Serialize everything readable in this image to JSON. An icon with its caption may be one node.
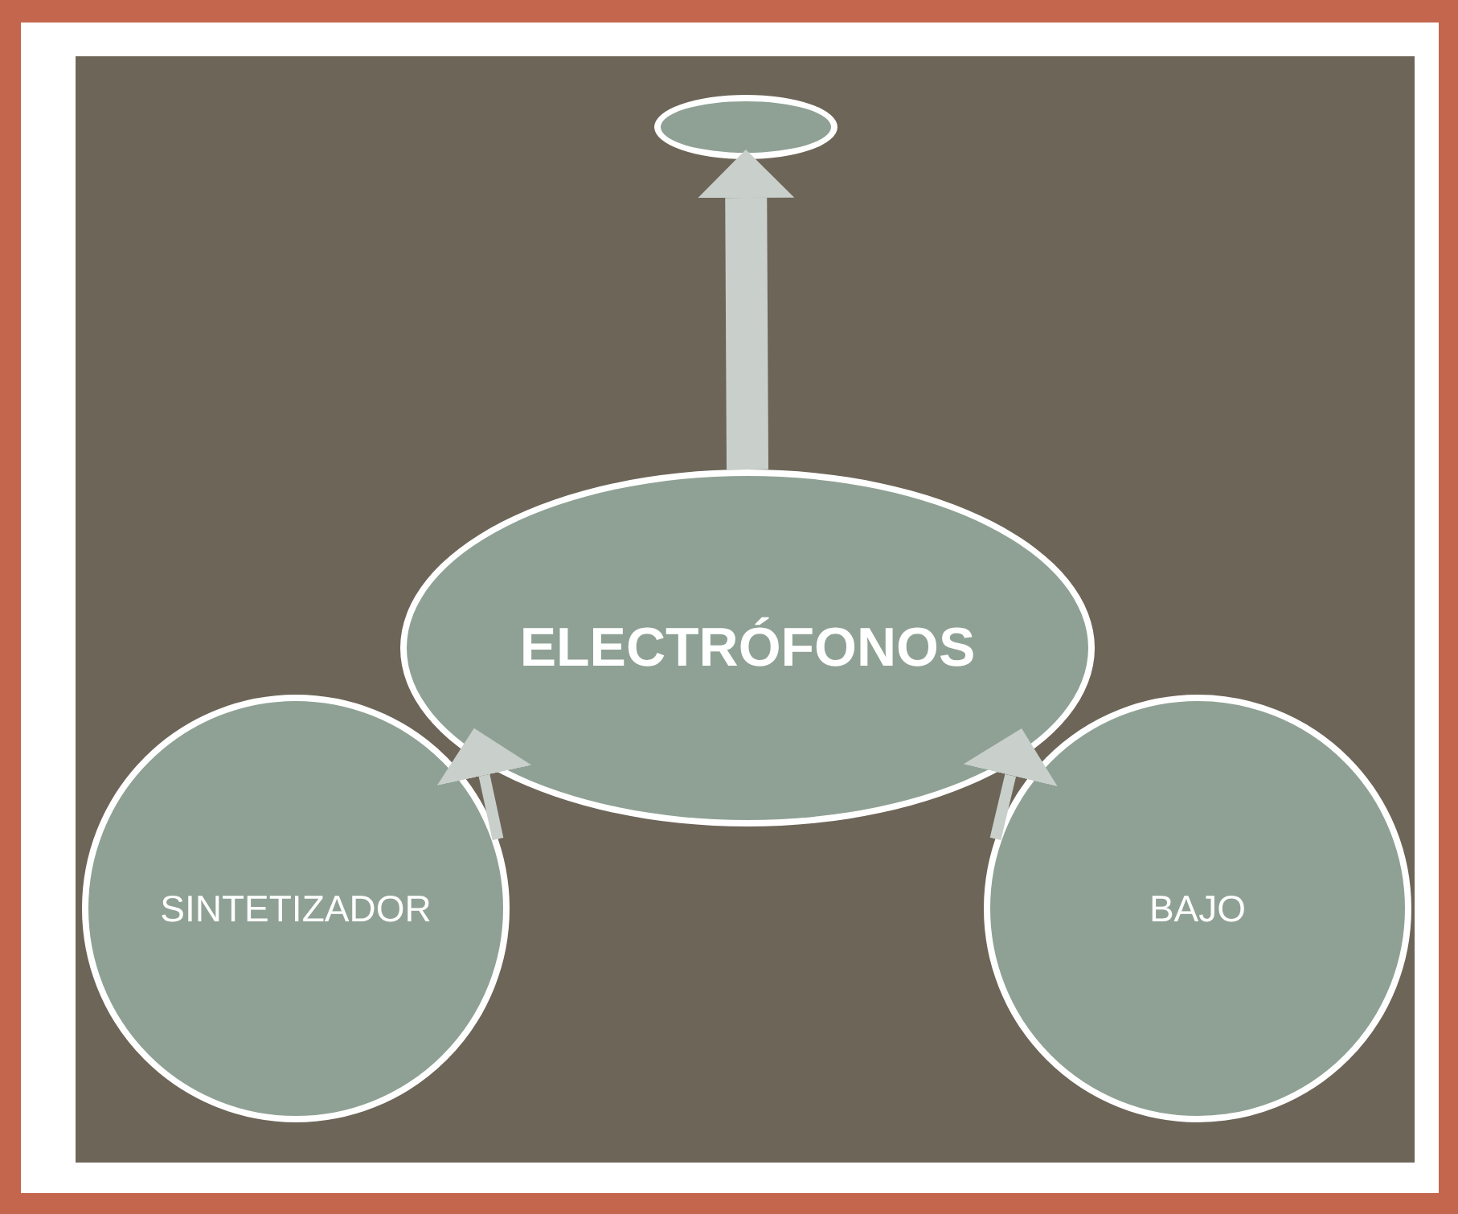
{
  "diagram": {
    "nodes": [
      {
        "text": [],
        "shape": "ellipse"
      },
      {
        "text": [
          "ELECTRÓFONOS"
        ]
      },
      {
        "text": [
          "SINTETIZADOR"
        ]
      },
      {
        "text": [
          "BAJO"
        ]
      }
    ],
    "edges": [
      {
        "from": 1,
        "to": 0,
        "arrow": "to",
        "style": "thick"
      },
      {
        "from": 2,
        "to": 1,
        "arrow": "to"
      },
      {
        "from": 3,
        "to": 1,
        "arrow": "to"
      }
    ]
  }
}
